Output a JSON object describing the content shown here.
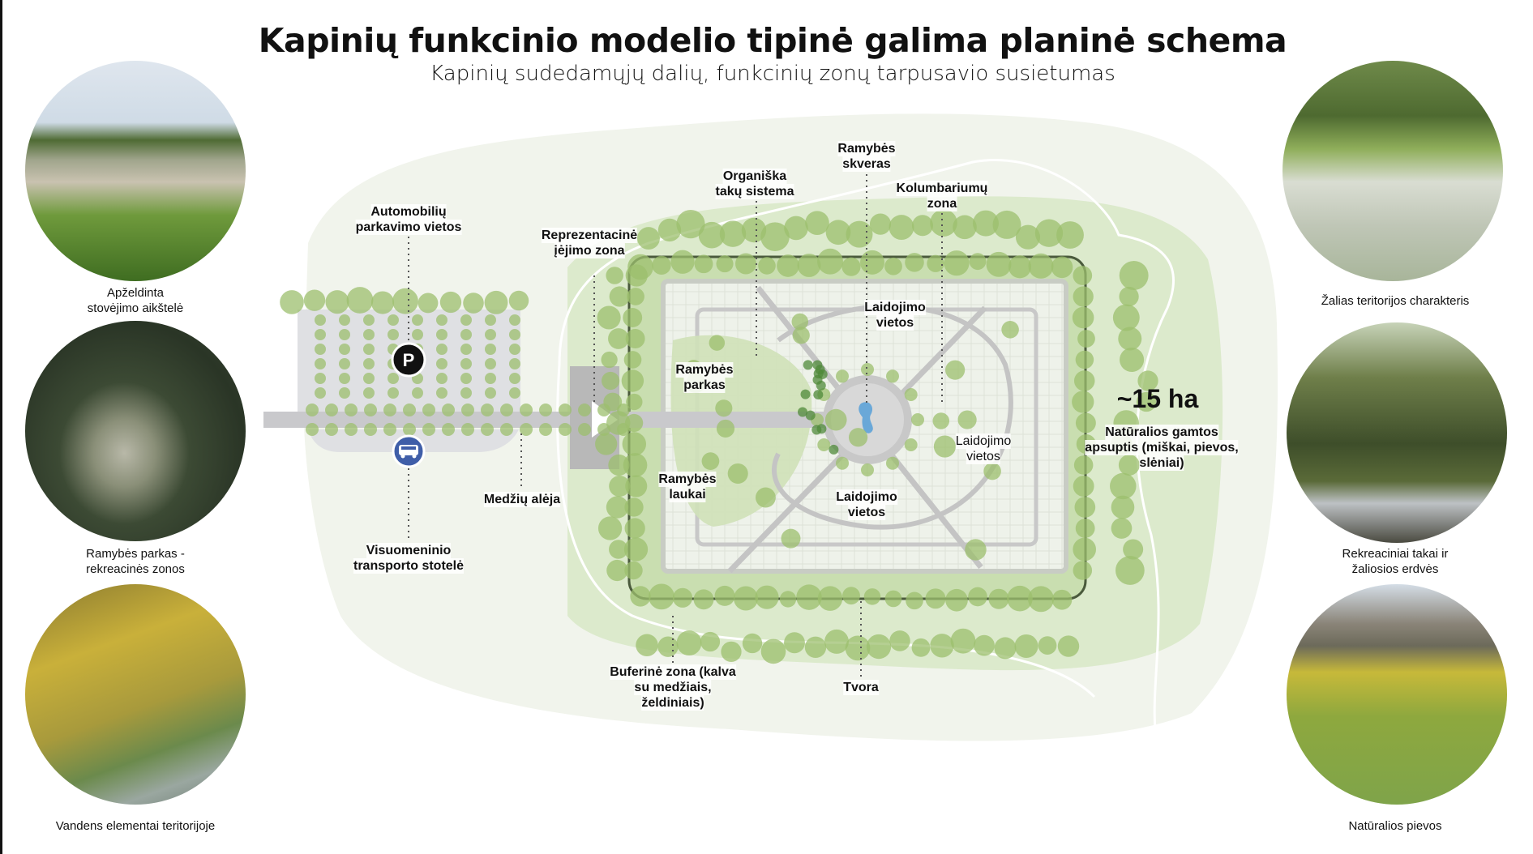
{
  "header": {
    "title": "Kapinių funkcinio modelio tipinė galima planinė schema",
    "subtitle": "Kapinių sudedamųjų dalių, funkcinių zonų tarpusavio susietumas"
  },
  "photos_left": [
    {
      "caption": [
        "Apželdinta",
        "stovėjimo aikštelė"
      ]
    },
    {
      "caption": [
        "Ramybės parkas -",
        "rekreacinės zonos"
      ]
    },
    {
      "caption": [
        "Vandens elementai teritorijoje"
      ]
    }
  ],
  "photos_right": [
    {
      "caption": [
        "Žalias teritorijos charakteris"
      ]
    },
    {
      "caption": [
        "Rekreaciniai takai ir",
        "žaliosios erdvės"
      ]
    },
    {
      "caption": [
        "Natūralios pievos"
      ]
    }
  ],
  "map": {
    "area": "~15 ha",
    "icons": [
      "parking-icon",
      "bus-icon"
    ],
    "labels": {
      "parking": [
        "Automobilių",
        "parkavimo vietos"
      ],
      "entrance": [
        "Reprezentacinė",
        "įėjimo zona"
      ],
      "paths": [
        "Organiška",
        "takų sistema"
      ],
      "square": [
        "Ramybės",
        "skveras"
      ],
      "columbarium": [
        "Kolumbariumų",
        "zona"
      ],
      "burial_top": [
        "Laidojimo",
        "vietos"
      ],
      "park": [
        "Ramybės",
        "parkas"
      ],
      "burial_right": [
        "Laidojimo",
        "vietos"
      ],
      "fields": [
        "Ramybės",
        "laukai"
      ],
      "burial_bottom": [
        "Laidojimo",
        "vietos"
      ],
      "alley": [
        "Medžių alėja"
      ],
      "bus_stop": [
        "Visuomeninio",
        "transporto stotelė"
      ],
      "buffer": [
        "Buferinė zona (kalva",
        "su medžiais,",
        "želdiniais)"
      ],
      "fence": [
        "Tvora"
      ],
      "nature": [
        "Natūralios gamtos",
        "apsuptis (miškai, pievos,",
        "slėniai)"
      ]
    }
  },
  "colors": {
    "tree": "#9cbf6e",
    "zone": "#cfe3b6",
    "bg_zone": "#eef3e8",
    "road": "#c9c9cc",
    "bus": "#3f5ea8"
  }
}
